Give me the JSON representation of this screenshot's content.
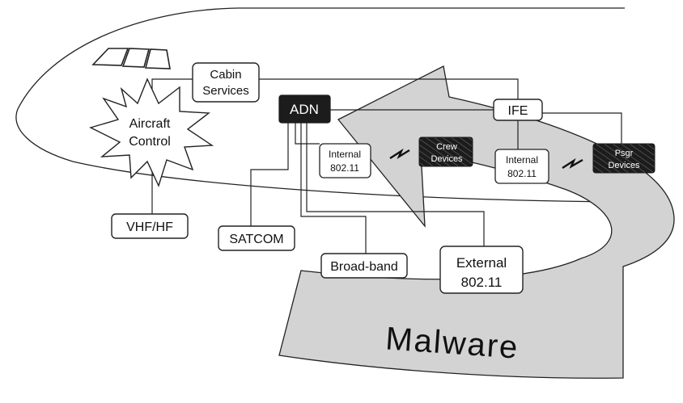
{
  "labels": {
    "cabin_services_1": "Cabin",
    "cabin_services_2": "Services",
    "aircraft_control_1": "Aircraft",
    "aircraft_control_2": "Control",
    "adn": "ADN",
    "ife": "IFE",
    "internal_crew_1": "Internal",
    "internal_crew_2": "802.11",
    "crew_devices_1": "Crew",
    "crew_devices_2": "Devices",
    "internal_psgr_1": "Internal",
    "internal_psgr_2": "802.11",
    "psgr_devices_1": "Psgr",
    "psgr_devices_2": "Devices",
    "vhf_hf": "VHF/HF",
    "satcom": "SATCOM",
    "broadband": "Broad-band",
    "external_1": "External",
    "external_2": "802.11",
    "malware": "Malware"
  },
  "colors": {
    "arrow_fill": "#d3d3d3",
    "dark_box": "#1c1c1c",
    "line": "#222222"
  }
}
